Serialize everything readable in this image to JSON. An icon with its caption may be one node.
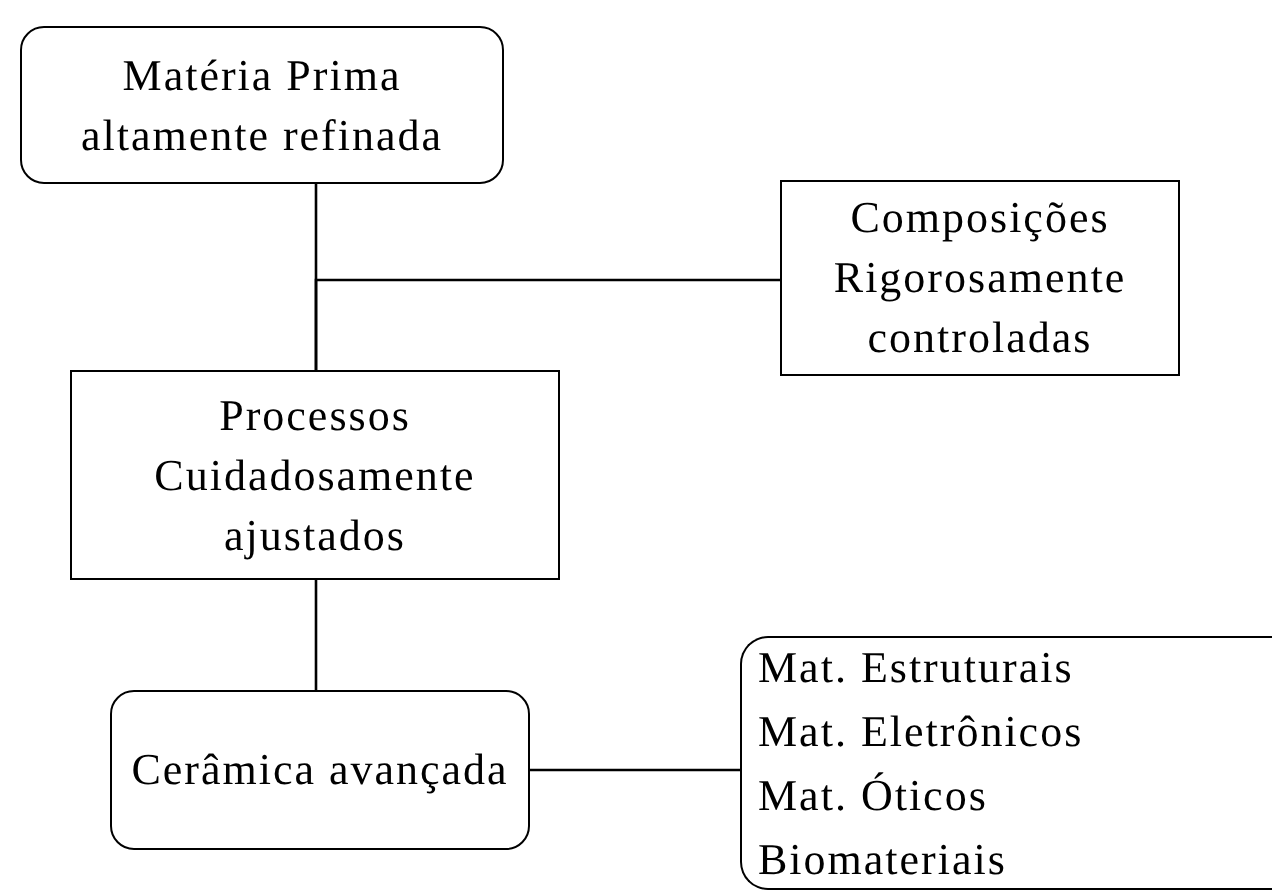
{
  "diagram": {
    "nodes": [
      {
        "text": [
          "Matéria Prima altamente refinada"
        ]
      },
      {
        "text": [
          "Composições Rigorosamente controladas"
        ]
      },
      {
        "text": [
          "Processos Cuidadosamente ajustados"
        ]
      },
      {
        "text": [
          "Cerâmica avançada"
        ]
      },
      {
        "text": [
          "Mat. Estruturais",
          "Mat. Eletrônicos",
          "Mat. Óticos",
          "Biomateriais"
        ]
      }
    ],
    "edges": [
      {
        "from": 0,
        "to": 2,
        "arrow": "none"
      },
      {
        "from": 1,
        "to": 2,
        "arrow": "none"
      },
      {
        "from": 2,
        "to": 3,
        "arrow": "none"
      },
      {
        "from": 3,
        "to": 4,
        "arrow": "none"
      }
    ]
  }
}
